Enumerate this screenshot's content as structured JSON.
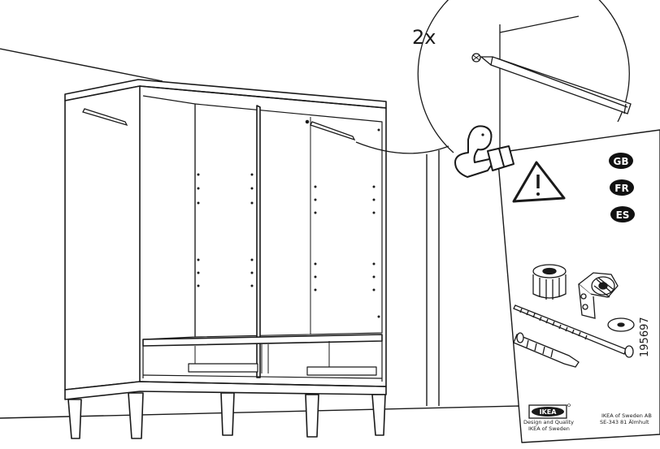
{
  "callout": {
    "quantity_label": "2x"
  },
  "leaflet": {
    "languages": [
      "GB",
      "FR",
      "ES"
    ],
    "article_number": "195697",
    "brand_logo": "IKEA",
    "design_line1": "Design and Quality",
    "design_line2": "IKEA of Sweden",
    "address_line1": "IKEA of Sweden AB",
    "address_line2": "SE-343 81 Älmhult",
    "warning_icon": "warning-triangle-icon",
    "hardware_icons": [
      "wall-plug-icon",
      "bracket-icon",
      "screw-icon",
      "washer-icon",
      "anchor-icon"
    ]
  },
  "colors": {
    "ink": "#1a1a1a",
    "paper": "#ffffff",
    "badge": "#111111"
  }
}
